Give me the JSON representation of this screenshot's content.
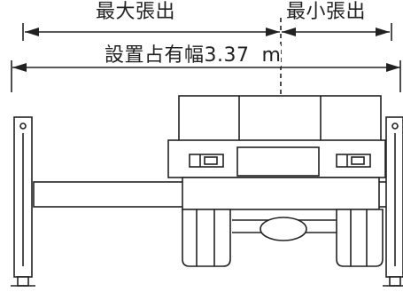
{
  "labels": {
    "max_extension": "最大張出",
    "min_extension": "最小張出",
    "occupied_width_prefix": "設置占有幅3.37",
    "occupied_width_unit": "m"
  }
}
